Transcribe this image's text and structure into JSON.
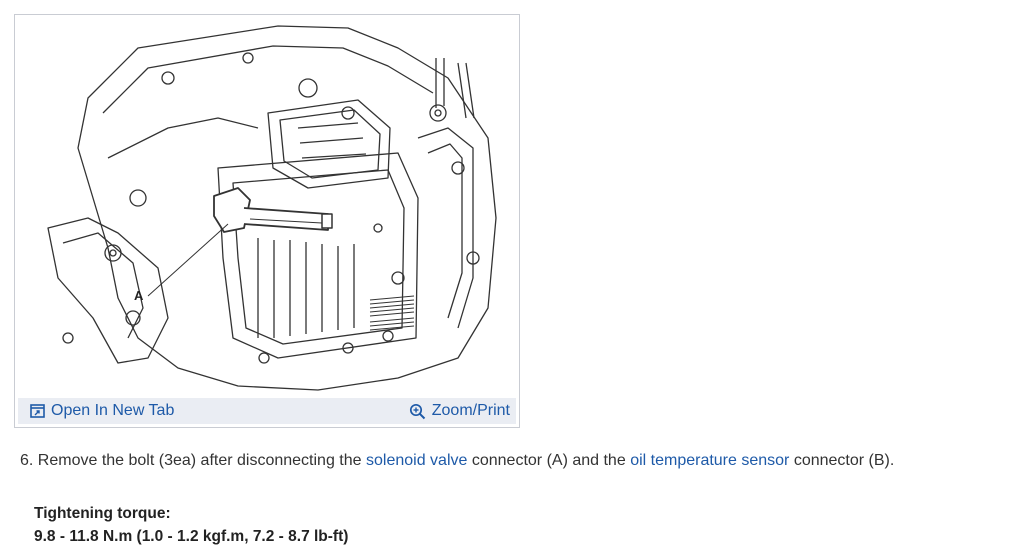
{
  "figure": {
    "callout_label": "A",
    "open_tab_label": "Open In New Tab",
    "zoom_label": "Zoom/Print",
    "open_tab_icon": "open-in-new-tab-icon",
    "zoom_icon": "zoom-in-icon"
  },
  "step": {
    "number": "6.",
    "text_1": "Remove the bolt (3ea) after disconnecting the",
    "link_1": "solenoid valve",
    "text_2": "connector (A) and the",
    "link_2": "oil temperature sensor",
    "text_3": "connector (B)."
  },
  "torque": {
    "heading": "Tightening torque:",
    "value": "9.8 - 11.8 N.m (1.0 - 1.2 kgf.m, 7.2 - 8.7 lb-ft)"
  },
  "colors": {
    "link": "#1e5aa8",
    "toolbar_bg": "#eaedf3",
    "border": "#c9ccd3"
  }
}
